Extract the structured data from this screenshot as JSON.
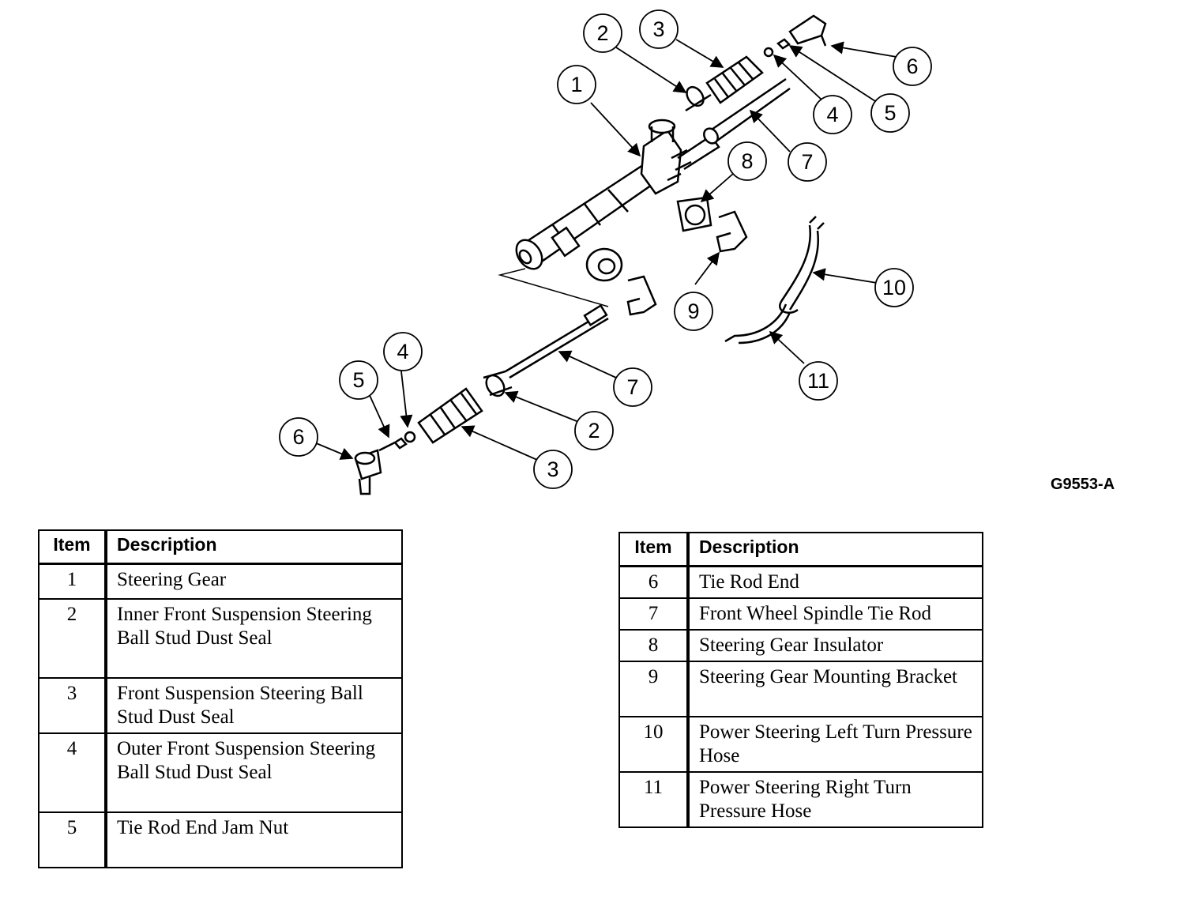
{
  "figure_id": "G9553-A",
  "callouts": [
    "1",
    "2",
    "3",
    "4",
    "5",
    "6",
    "7",
    "8",
    "9",
    "10",
    "11",
    "2",
    "3",
    "4",
    "5",
    "6",
    "7"
  ],
  "tables": [
    {
      "header": {
        "item": "Item",
        "description": "Description"
      },
      "rows": [
        {
          "item": "1",
          "description": "Steering Gear"
        },
        {
          "item": "2",
          "description": "Inner Front Suspension Steering Ball Stud Dust Seal"
        },
        {
          "item": "3",
          "description": "Front Suspension Steering Ball Stud Dust Seal"
        },
        {
          "item": "4",
          "description": "Outer Front Suspension Steering Ball Stud Dust Seal"
        },
        {
          "item": "5",
          "description": "Tie Rod End Jam Nut"
        }
      ]
    },
    {
      "header": {
        "item": "Item",
        "description": "Description"
      },
      "rows": [
        {
          "item": "6",
          "description": "Tie Rod End"
        },
        {
          "item": "7",
          "description": "Front Wheel Spindle Tie Rod"
        },
        {
          "item": "8",
          "description": "Steering Gear Insulator"
        },
        {
          "item": "9",
          "description": "Steering Gear Mounting Bracket"
        },
        {
          "item": "10",
          "description": "Power Steering Left Turn Pressure Hose"
        },
        {
          "item": "11",
          "description": "Power Steering Right Turn Pressure Hose"
        }
      ]
    }
  ]
}
